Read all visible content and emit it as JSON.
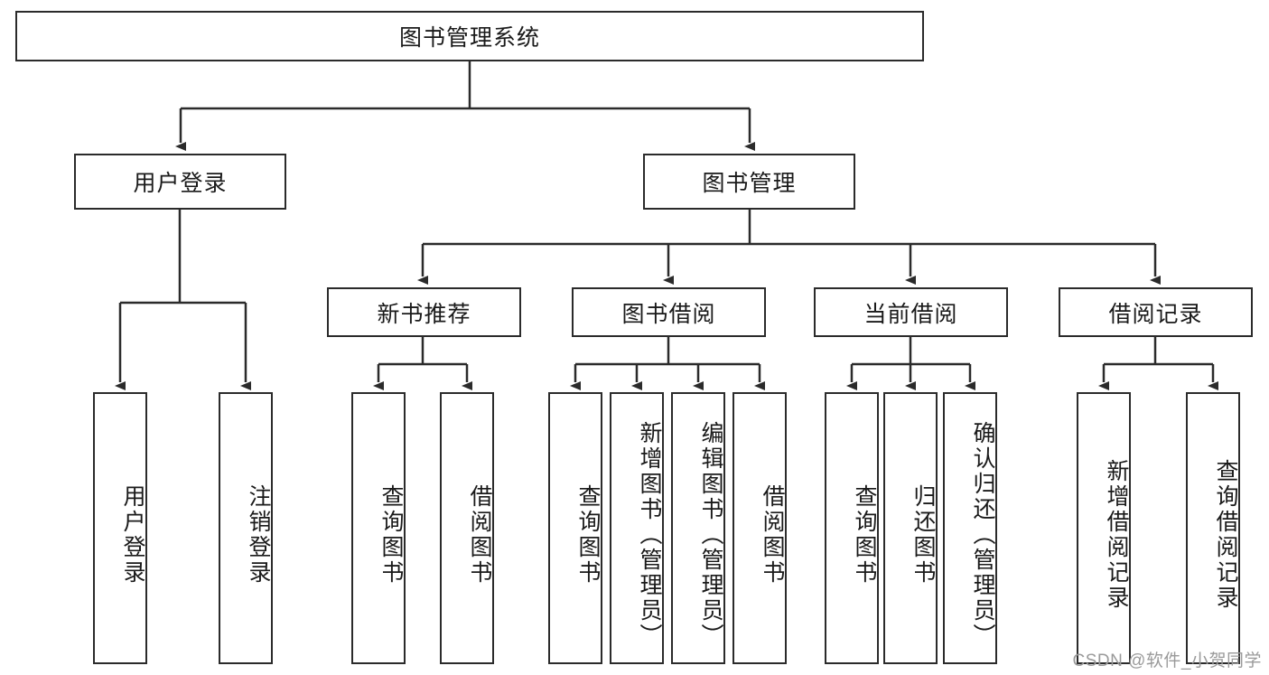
{
  "diagram": {
    "type": "tree-hierarchy",
    "title": "图书管理系统",
    "watermark": "CSDN @软件_小贺同学",
    "colors": {
      "box_border": "#2b2b2b",
      "box_fill": "#ffffff",
      "connector": "#2b2b2b",
      "text": "#1a1a1a",
      "watermark": "#9a9a9a"
    },
    "nodes": {
      "root": {
        "label": "图书管理系统",
        "level": 0
      },
      "user_login": {
        "label": "用户登录",
        "level": 1
      },
      "book_manage": {
        "label": "图书管理",
        "level": 1
      },
      "new_book_rec": {
        "label": "新书推荐",
        "level": 2
      },
      "book_borrow": {
        "label": "图书借阅",
        "level": 2
      },
      "current_borrow": {
        "label": "当前借阅",
        "level": 2
      },
      "borrow_record": {
        "label": "借阅记录",
        "level": 2
      },
      "leaf_user_login": {
        "label": "用户登录",
        "level": 3
      },
      "leaf_logout": {
        "label": "注销登录",
        "level": 3
      },
      "leaf_query_book_1": {
        "label": "查询图书",
        "level": 3
      },
      "leaf_borrow_book_1": {
        "label": "借阅图书",
        "level": 3
      },
      "leaf_query_book_2": {
        "label": "查询图书",
        "level": 3
      },
      "leaf_add_book": {
        "label": "新增图书（管理员）",
        "level": 3
      },
      "leaf_edit_book": {
        "label": "编辑图书（管理员）",
        "level": 3
      },
      "leaf_borrow_book_2": {
        "label": "借阅图书",
        "level": 3
      },
      "leaf_query_book_3": {
        "label": "查询图书",
        "level": 3
      },
      "leaf_return_book": {
        "label": "归还图书",
        "level": 3
      },
      "leaf_confirm_return": {
        "label": "确认归还（管理员）",
        "level": 3
      },
      "leaf_add_record": {
        "label": "新增借阅记录",
        "level": 3
      },
      "leaf_query_record": {
        "label": "查询借阅记录",
        "level": 3
      }
    },
    "edges": [
      {
        "from": "root",
        "to": "user_login"
      },
      {
        "from": "root",
        "to": "book_manage"
      },
      {
        "from": "user_login",
        "to": "leaf_user_login"
      },
      {
        "from": "user_login",
        "to": "leaf_logout"
      },
      {
        "from": "book_manage",
        "to": "new_book_rec"
      },
      {
        "from": "book_manage",
        "to": "book_borrow"
      },
      {
        "from": "book_manage",
        "to": "current_borrow"
      },
      {
        "from": "book_manage",
        "to": "borrow_record"
      },
      {
        "from": "new_book_rec",
        "to": "leaf_query_book_1"
      },
      {
        "from": "new_book_rec",
        "to": "leaf_borrow_book_1"
      },
      {
        "from": "book_borrow",
        "to": "leaf_query_book_2"
      },
      {
        "from": "book_borrow",
        "to": "leaf_add_book"
      },
      {
        "from": "book_borrow",
        "to": "leaf_edit_book"
      },
      {
        "from": "book_borrow",
        "to": "leaf_borrow_book_2"
      },
      {
        "from": "current_borrow",
        "to": "leaf_query_book_3"
      },
      {
        "from": "current_borrow",
        "to": "leaf_return_book"
      },
      {
        "from": "current_borrow",
        "to": "leaf_confirm_return"
      },
      {
        "from": "borrow_record",
        "to": "leaf_add_record"
      },
      {
        "from": "borrow_record",
        "to": "leaf_query_record"
      }
    ]
  }
}
